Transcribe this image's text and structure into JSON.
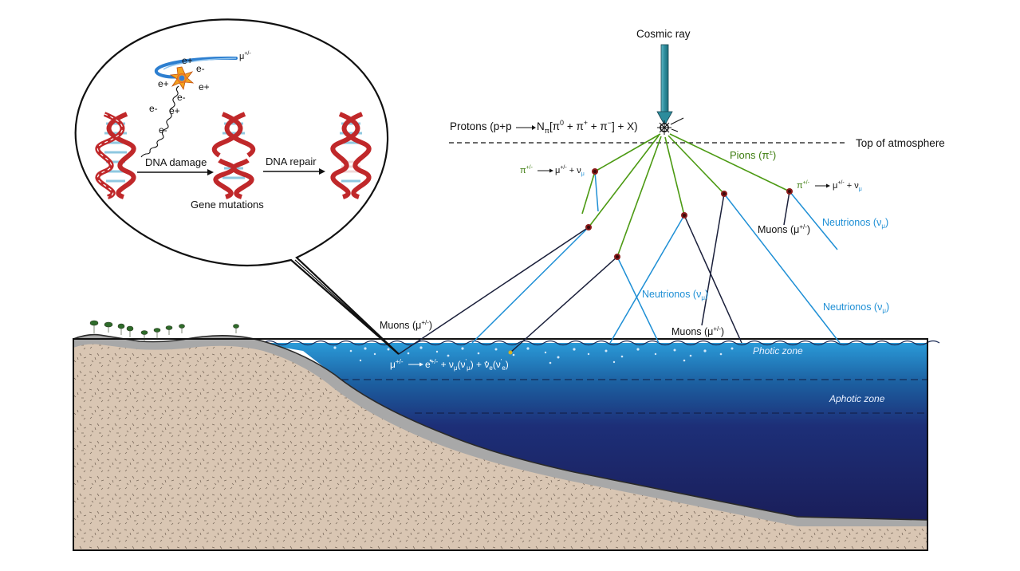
{
  "cosmic": {
    "title": "Cosmic ray",
    "protons_prefix": "Protons (p+p",
    "protons_body": "N",
    "protons_sub": "π",
    "protons_rest": "[π",
    "protons_sup0": "0",
    "protons_mid": " + π",
    "protons_supp": "+",
    "protons_mid2": " + π",
    "protons_supm": "−",
    "protons_end": "] + X)",
    "top_atmosphere": "Top of atmosphere",
    "pions": "Pions (π",
    "pions_sup": "±",
    "pions_end": ")"
  },
  "decay_left": {
    "pi": "π",
    "pi_sup": "+/-",
    "mu": "μ",
    "mu_sup": "+/-",
    "plus": " + ν",
    "nu_sub": "μ"
  },
  "decay_right": {
    "pi": "π",
    "pi_sup": "+/-",
    "mu": "μ",
    "mu_sup": "+/-",
    "plus": " + ν",
    "nu_sub": "μ"
  },
  "labels": {
    "muons_right": "Muons (μ",
    "muons_sup": "+/-",
    "muons_end": ")",
    "neutrinos": "Neutrionos (ν",
    "nu_sub": "μ",
    "paren_close": ")",
    "muons_mid": "Muons (μ",
    "muons_left": "Muons (μ",
    "photic_zone": "Photic zone",
    "aphotic_zone": "Aphotic zone"
  },
  "equation": {
    "mu": "μ",
    "mu_sup": "+/-",
    "e": "e",
    "e_sup": "+/-",
    "plus_nu": " + ν",
    "nu_sub": "μ",
    "paren_open": "(ν",
    "prime": "'",
    "sub_mu": "μ",
    "plus_nue": ") + ν",
    "sub_e": "e",
    "paren2": "(ν",
    "sub_e2": "e",
    "close": ")"
  },
  "bubble": {
    "mu": "μ",
    "mu_sup": "+/-",
    "eplus": "e+",
    "eminus": "e-",
    "dna_damage": "DNA damage",
    "dna_repair": "DNA repair",
    "gene_mutations": "Gene mutations"
  },
  "colors": {
    "pion_green": "#4c9a13",
    "neutrino_blue": "#1e8fd5",
    "muon_dark": "#1a1f3a",
    "water_top": "#2a8ccc",
    "water_deep": "#1d1f5a",
    "sediment": "#d8c4b0",
    "dna_red": "#c0282a",
    "dna_blue": "#8fc8e0"
  }
}
